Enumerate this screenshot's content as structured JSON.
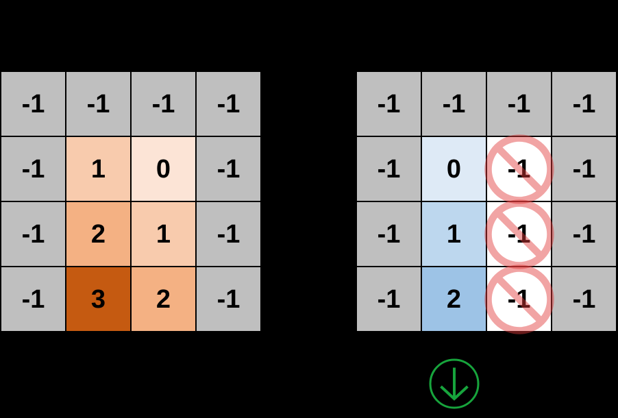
{
  "colors": {
    "background": "#000000",
    "grid_line": "#000000",
    "text": "#000000",
    "cell_gray": "#BFBFBF",
    "cell_white": "#FFFFFF",
    "no_symbol_red": "#E23B3B",
    "arrow_green": "#17A43C"
  },
  "grids": [
    {
      "name": "left-grid",
      "rows": 4,
      "cols": 4,
      "cells": [
        [
          {
            "label": "-1",
            "bg": "#BFBFBF"
          },
          {
            "label": "-1",
            "bg": "#BFBFBF"
          },
          {
            "label": "-1",
            "bg": "#BFBFBF"
          },
          {
            "label": "-1",
            "bg": "#BFBFBF"
          }
        ],
        [
          {
            "label": "-1",
            "bg": "#BFBFBF"
          },
          {
            "label": "1",
            "bg": "#F8CBAD"
          },
          {
            "label": "0",
            "bg": "#FCE4D6"
          },
          {
            "label": "-1",
            "bg": "#BFBFBF"
          }
        ],
        [
          {
            "label": "-1",
            "bg": "#BFBFBF"
          },
          {
            "label": "2",
            "bg": "#F4B183"
          },
          {
            "label": "1",
            "bg": "#F8CBAD"
          },
          {
            "label": "-1",
            "bg": "#BFBFBF"
          }
        ],
        [
          {
            "label": "-1",
            "bg": "#BFBFBF"
          },
          {
            "label": "3",
            "bg": "#C55A11"
          },
          {
            "label": "2",
            "bg": "#F4B183"
          },
          {
            "label": "-1",
            "bg": "#BFBFBF"
          }
        ]
      ]
    },
    {
      "name": "right-grid",
      "rows": 4,
      "cols": 4,
      "cells": [
        [
          {
            "label": "-1",
            "bg": "#BFBFBF"
          },
          {
            "label": "-1",
            "bg": "#BFBFBF"
          },
          {
            "label": "-1",
            "bg": "#BFBFBF"
          },
          {
            "label": "-1",
            "bg": "#BFBFBF"
          }
        ],
        [
          {
            "label": "-1",
            "bg": "#BFBFBF"
          },
          {
            "label": "0",
            "bg": "#DEEAF6"
          },
          {
            "label": "-1",
            "bg": "#FFFFFF",
            "blocked": true
          },
          {
            "label": "-1",
            "bg": "#BFBFBF"
          }
        ],
        [
          {
            "label": "-1",
            "bg": "#BFBFBF"
          },
          {
            "label": "1",
            "bg": "#BDD7EE"
          },
          {
            "label": "-1",
            "bg": "#FFFFFF",
            "blocked": true
          },
          {
            "label": "-1",
            "bg": "#BFBFBF"
          }
        ],
        [
          {
            "label": "-1",
            "bg": "#BFBFBF"
          },
          {
            "label": "2",
            "bg": "#9DC3E6"
          },
          {
            "label": "-1",
            "bg": "#FFFFFF",
            "blocked": true
          },
          {
            "label": "-1",
            "bg": "#BFBFBF"
          }
        ]
      ]
    }
  ],
  "icons": {
    "no_symbol": "prohibition-circle-slash",
    "down_arrow": "circled-down-arrow"
  }
}
